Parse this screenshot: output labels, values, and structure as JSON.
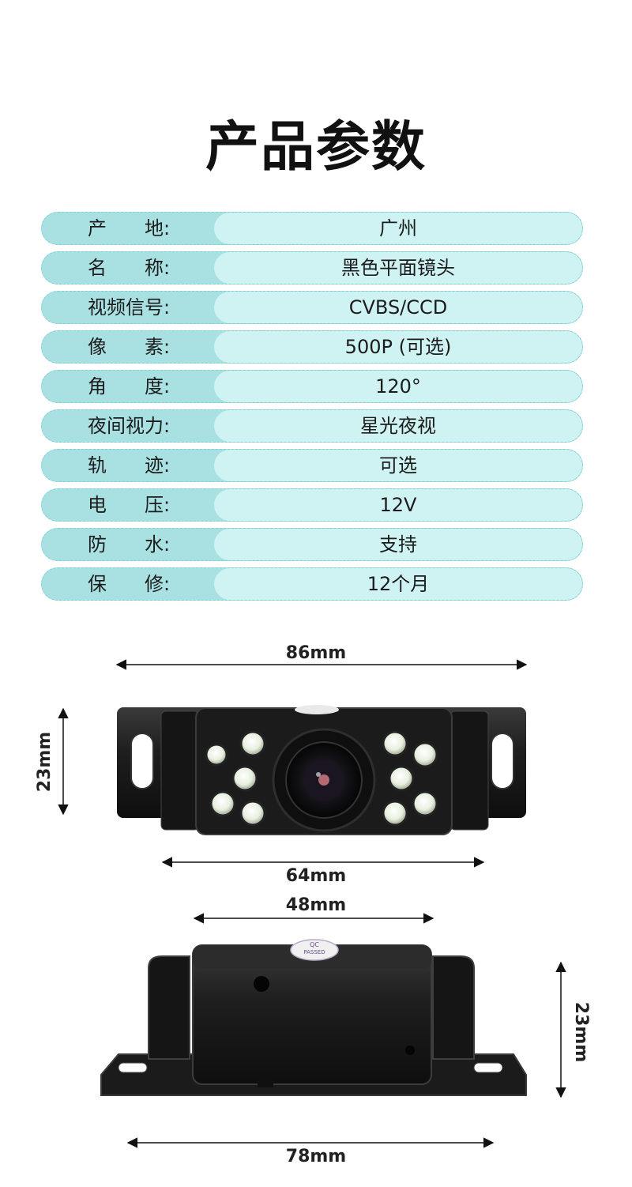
{
  "title": "产品参数",
  "specs": [
    {
      "label": "产　　地:",
      "value": "广州"
    },
    {
      "label": "名　　称:",
      "value": "黑色平面镜头"
    },
    {
      "label": "视频信号:",
      "value": "CVBS/CCD"
    },
    {
      "label": "像　　素:",
      "value": "500P (可选)"
    },
    {
      "label": "角　　度:",
      "value": "120°"
    },
    {
      "label": "夜间视力:",
      "value": "星光夜视"
    },
    {
      "label": "轨　　迹:",
      "value": "可选"
    },
    {
      "label": "电　　压:",
      "value": "12V"
    },
    {
      "label": "防　　水:",
      "value": "支持"
    },
    {
      "label": "保　　修:",
      "value": "12个月"
    }
  ],
  "dimensions": {
    "front_width": "86mm",
    "front_height": "23mm",
    "front_inner_width": "64mm",
    "back_top_width": "48mm",
    "back_height": "23mm",
    "back_width": "78mm"
  },
  "qc_badge": {
    "line1": "QC",
    "line2": "PASSED"
  },
  "colors": {
    "row_label_bg": "#a9e1e3",
    "row_value_bg": "#cff2f2",
    "camera_body": "#1b1b1b",
    "led": "#e8f0e0"
  }
}
